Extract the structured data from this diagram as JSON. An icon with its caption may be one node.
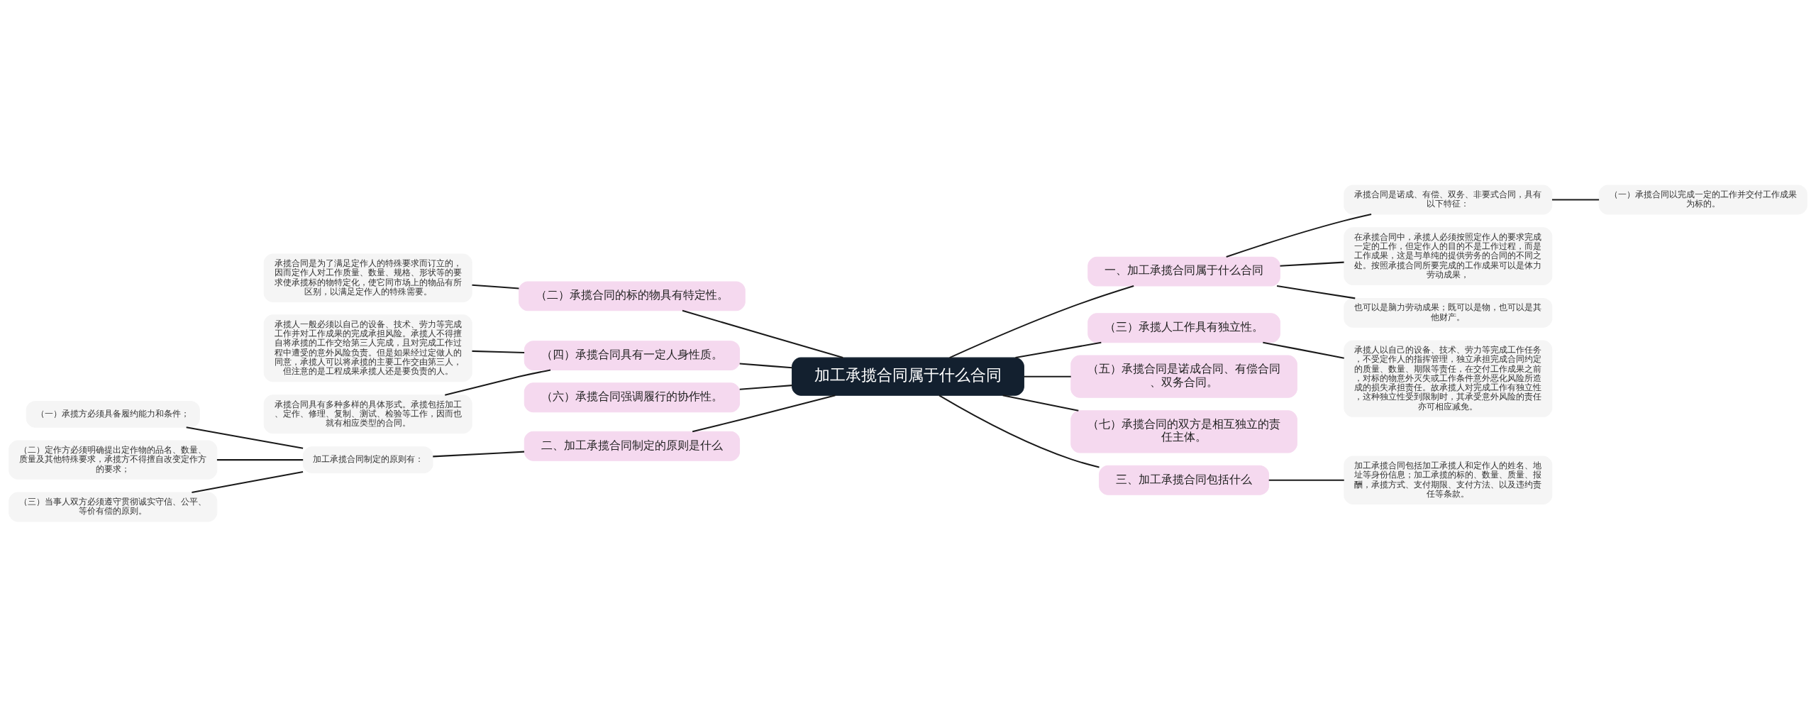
{
  "diagram": {
    "nodes": [
      {
        "text": [
          "加工承揽合同属于什么合同"
        ]
      },
      {
        "text": [
          "一、加工承揽合同属于什么合同"
        ]
      },
      {
        "text": [
          "承揽合同是诺成、有偿、双务、非要式合同，具有以下特征："
        ]
      },
      {
        "text": [
          "（一）承揽合同以完成一定的工作并交付工作成果为标的。"
        ]
      },
      {
        "text": [
          "在承揽合同中，承揽人必须按照定作人的要求完成一定的工作，但定作人的目的不是工作过程，而是工作成果，这是与单纯的提供劳务的合同的不同之处。按照承揽合同所要完成的工作成果可以是体力劳动成果，"
        ]
      },
      {
        "text": [
          "也可以是脑力劳动成果；既可以是物，也可以是其他财产。"
        ]
      },
      {
        "text": [
          "（三）承揽人工作具有独立性。"
        ]
      },
      {
        "text": [
          "承揽人以自己的设备、技术、劳力等完成工作任务，不受定作人的指挥管理，独立承担完成合同约定的质量、数量、期限等责任，在交付工作成果之前，对标的物意外灭失或工作条件意外恶化风险所造成的损失承担责任。故承揽人对完成工作有独立性，这种独立性受到限制时，其承受意外风险的责任亦可相应减免。"
        ]
      },
      {
        "text": [
          "（五）承揽合同是诺成合同、有偿合同、双务合同。"
        ]
      },
      {
        "text": [
          "（七）承揽合同的双方是相互独立的责任主体。"
        ]
      },
      {
        "text": [
          "三、加工承揽合同包括什么"
        ]
      },
      {
        "text": [
          "加工承揽合同包括加工承揽人和定作人的姓名、地址等身份信息；加工承揽的标的、数量、质量、报酬，承揽方式、支付期限、支付方法、以及违约责任等条款。"
        ]
      },
      {
        "text": [
          "（二）承揽合同的标的物具有特定性。"
        ]
      },
      {
        "text": [
          "承揽合同是为了满足定作人的特殊要求而订立的，因而定作人对工作质量、数量、规格、形状等的要求使承揽标的物特定化，使它同市场上的物品有所区别，以满足定作人的特殊需要。"
        ]
      },
      {
        "text": [
          "（四）承揽合同具有一定人身性质。"
        ]
      },
      {
        "text": [
          "承揽人一般必须以自己的设备、技术、劳力等完成工作并对工作成果的完成承担风险。承揽人不得擅自将承揽的工作交给第三人完成，且对完成工作过程中遭受的意外风险负责。但是如果经过定做人的同意，承揽人可以将承揽的主要工作交由第三人，但注意的是工程成果承揽人还是要负责的人。"
        ]
      },
      {
        "text": [
          "承揽合同具有多种多样的具体形式。承揽包括加工、定作、修理、复制、测试、检验等工作，因而也就有相应类型的合同。"
        ]
      },
      {
        "text": [
          "（六）承揽合同强调履行的协作性。"
        ]
      },
      {
        "text": [
          "二、加工承揽合同制定的原则是什么"
        ]
      },
      {
        "text": [
          "加工承揽合同制定的原则有："
        ]
      },
      {
        "text": [
          "（一）承揽方必须具备履约能力和条件；"
        ]
      },
      {
        "text": [
          "（二）定作方必须明确提出定作物的品名、数量、质量及其他特殊要求，承揽方不得擅自改变定作方的要求；"
        ]
      },
      {
        "text": [
          "（三）当事人双方必须遵守贯彻诚实守信、公平、等价有偿的原则。"
        ]
      }
    ],
    "edges": [
      {
        "from": 0,
        "to": 1,
        "arrow": "none"
      },
      {
        "from": 1,
        "to": 2,
        "arrow": "none"
      },
      {
        "from": 2,
        "to": 3,
        "arrow": "none"
      },
      {
        "from": 1,
        "to": 4,
        "arrow": "none"
      },
      {
        "from": 1,
        "to": 5,
        "arrow": "none"
      },
      {
        "from": 0,
        "to": 6,
        "arrow": "none"
      },
      {
        "from": 6,
        "to": 7,
        "arrow": "none"
      },
      {
        "from": 0,
        "to": 8,
        "arrow": "none"
      },
      {
        "from": 0,
        "to": 9,
        "arrow": "none"
      },
      {
        "from": 0,
        "to": 10,
        "arrow": "none"
      },
      {
        "from": 10,
        "to": 11,
        "arrow": "none"
      },
      {
        "from": 0,
        "to": 12,
        "arrow": "none"
      },
      {
        "from": 12,
        "to": 13,
        "arrow": "none"
      },
      {
        "from": 0,
        "to": 14,
        "arrow": "none"
      },
      {
        "from": 14,
        "to": 15,
        "arrow": "none"
      },
      {
        "from": 14,
        "to": 16,
        "arrow": "none"
      },
      {
        "from": 0,
        "to": 17,
        "arrow": "none"
      },
      {
        "from": 0,
        "to": 18,
        "arrow": "none"
      },
      {
        "from": 18,
        "to": 19,
        "arrow": "none"
      },
      {
        "from": 19,
        "to": 20,
        "arrow": "none"
      },
      {
        "from": 19,
        "to": 21,
        "arrow": "none"
      },
      {
        "from": 19,
        "to": 22,
        "arrow": "none"
      }
    ]
  }
}
